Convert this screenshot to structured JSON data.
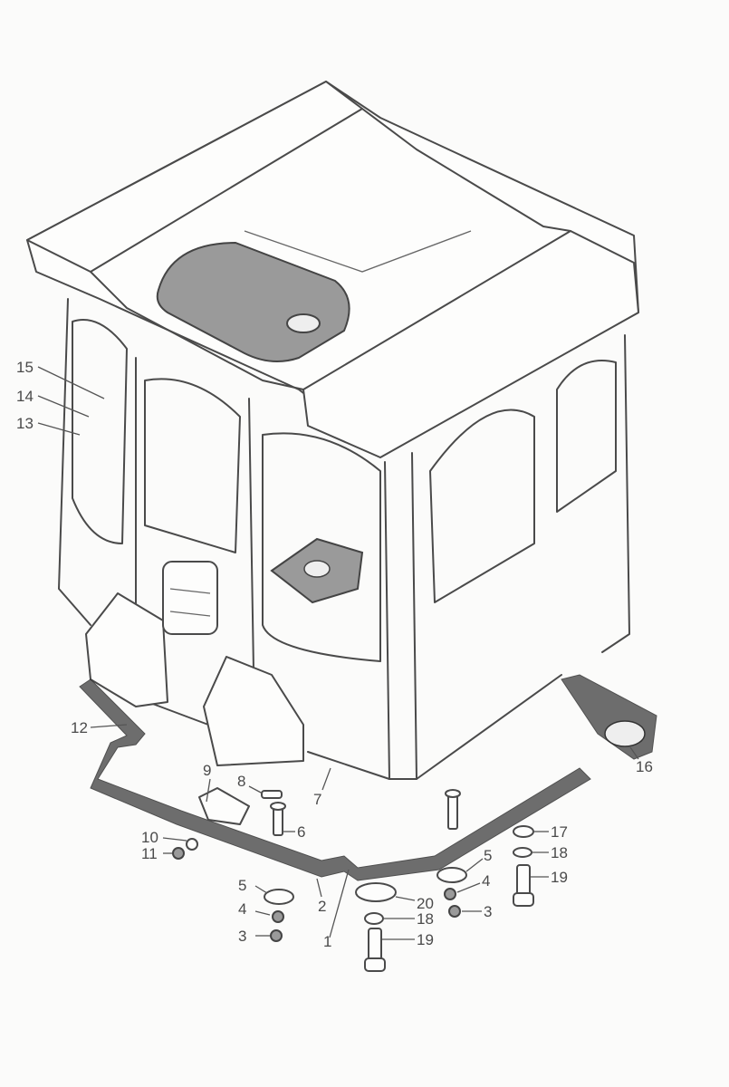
{
  "diagram": {
    "type": "exploded-parts-view",
    "labels": {
      "p15": "15",
      "p14": "14",
      "p13": "13",
      "p12": "12",
      "p9": "9",
      "p8": "8",
      "p7": "7",
      "p6": "6",
      "p10": "10",
      "p11": "11",
      "p5a": "5",
      "p4a": "4",
      "p3a": "3",
      "p2": "2",
      "p1": "1",
      "p20": "20",
      "p18a": "18",
      "p19a": "19",
      "p5b": "5",
      "p4b": "4",
      "p3b": "3",
      "p17": "17",
      "p18b": "18",
      "p19b": "19",
      "p16": "16"
    }
  }
}
